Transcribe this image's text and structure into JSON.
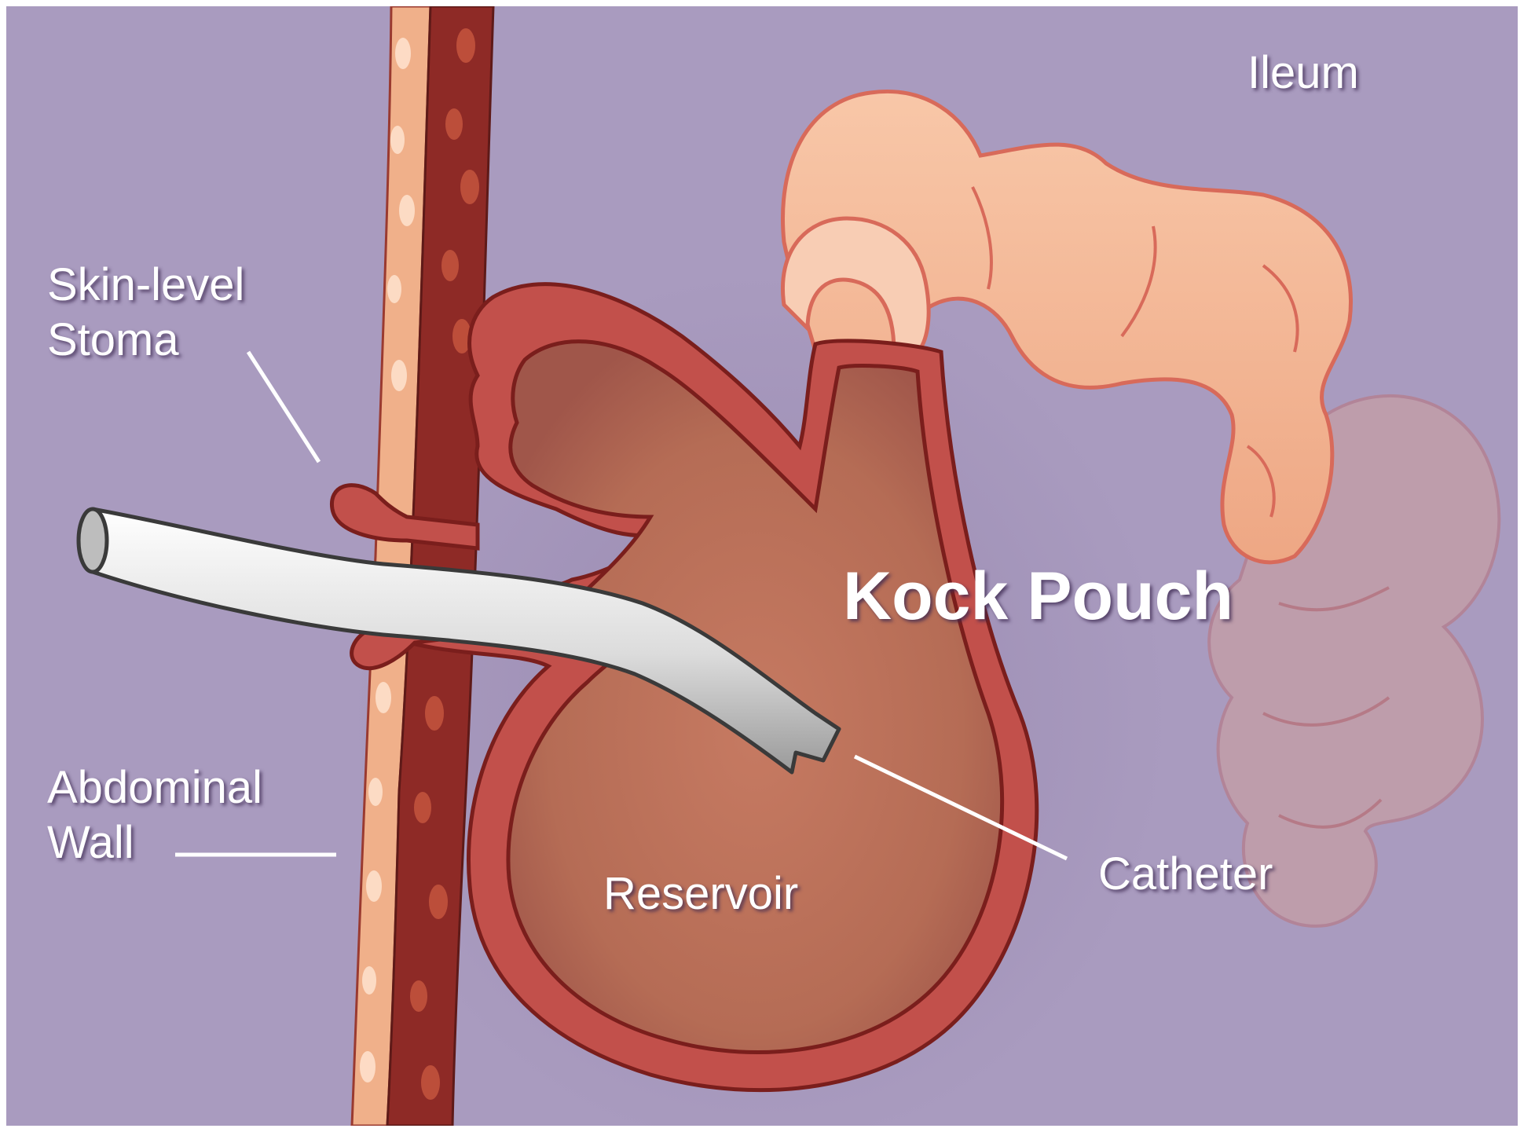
{
  "labels": {
    "ileum": "Ileum",
    "skin_level_stoma": [
      "Skin-level",
      "Stoma"
    ],
    "abdominal_wall": [
      "Abdominal",
      "Wall"
    ],
    "kock_pouch": "Kock Pouch",
    "reservoir": "Reservoir",
    "catheter": "Catheter"
  },
  "colors": {
    "background": "#a99bbf",
    "pouch_wall": "#c2504b",
    "pouch_interior": "#b97058",
    "ileum": "#f3b593",
    "skin_layer": "#f0b08a",
    "muscle_layer": "#8e2a26",
    "catheter": "#e9e9e9",
    "label_text": "#ffffff"
  }
}
